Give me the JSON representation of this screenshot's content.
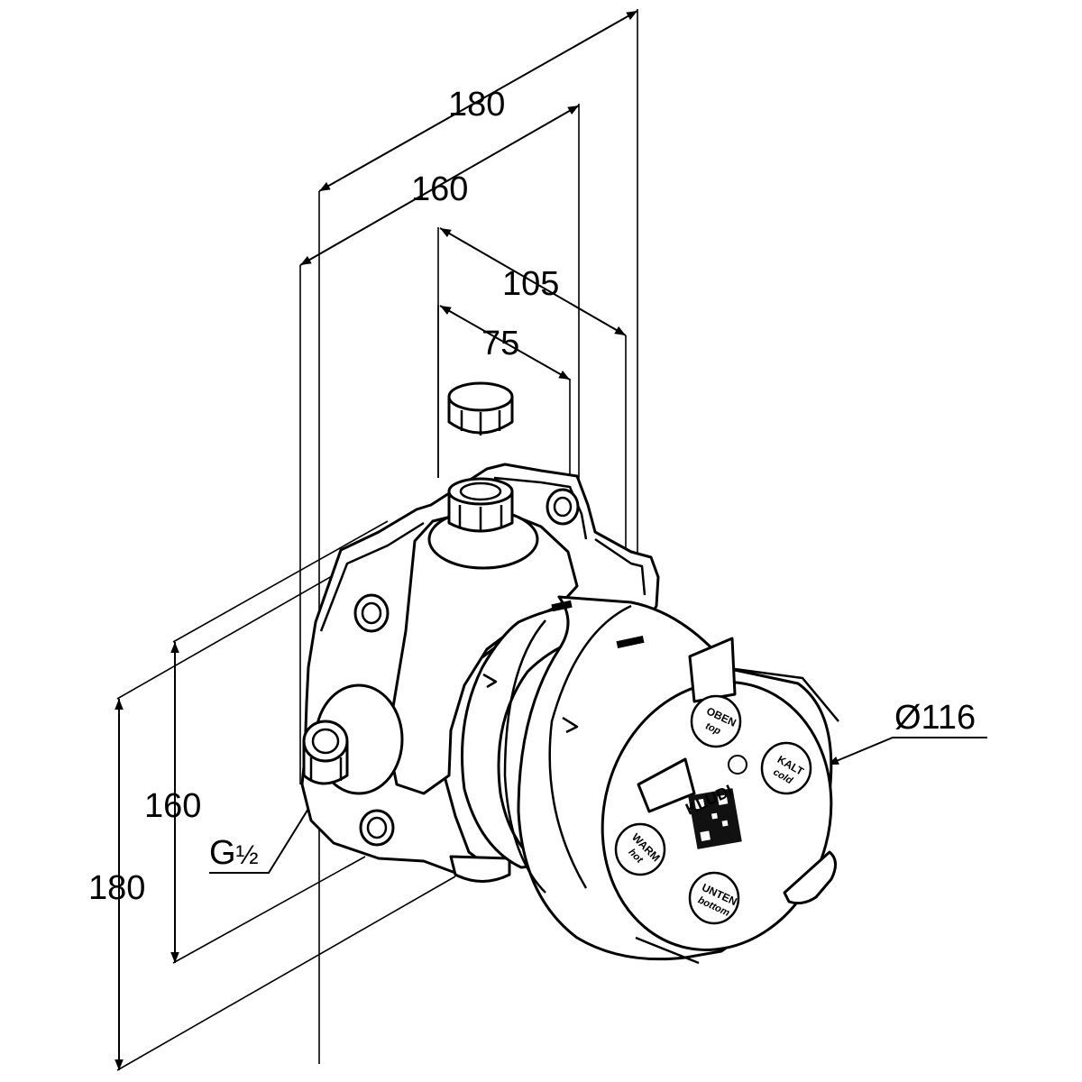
{
  "dimensions": {
    "top_width_outer": "180",
    "top_width_inner": "160",
    "depth_outer": "105",
    "depth_inner": "75",
    "left_height_outer": "180",
    "left_height_inner": "160",
    "diameter": "Ø116",
    "thread_main": "G",
    "thread_fraction": "½"
  },
  "cap_labels": {
    "top_de": "OBEN",
    "top_en": "top",
    "cold_de": "KALT",
    "cold_en": "cold",
    "warm_de": "WARM",
    "warm_en": "hot",
    "bottom_de": "UNTEN",
    "bottom_en": "bottom",
    "brand": "KLUDI"
  }
}
